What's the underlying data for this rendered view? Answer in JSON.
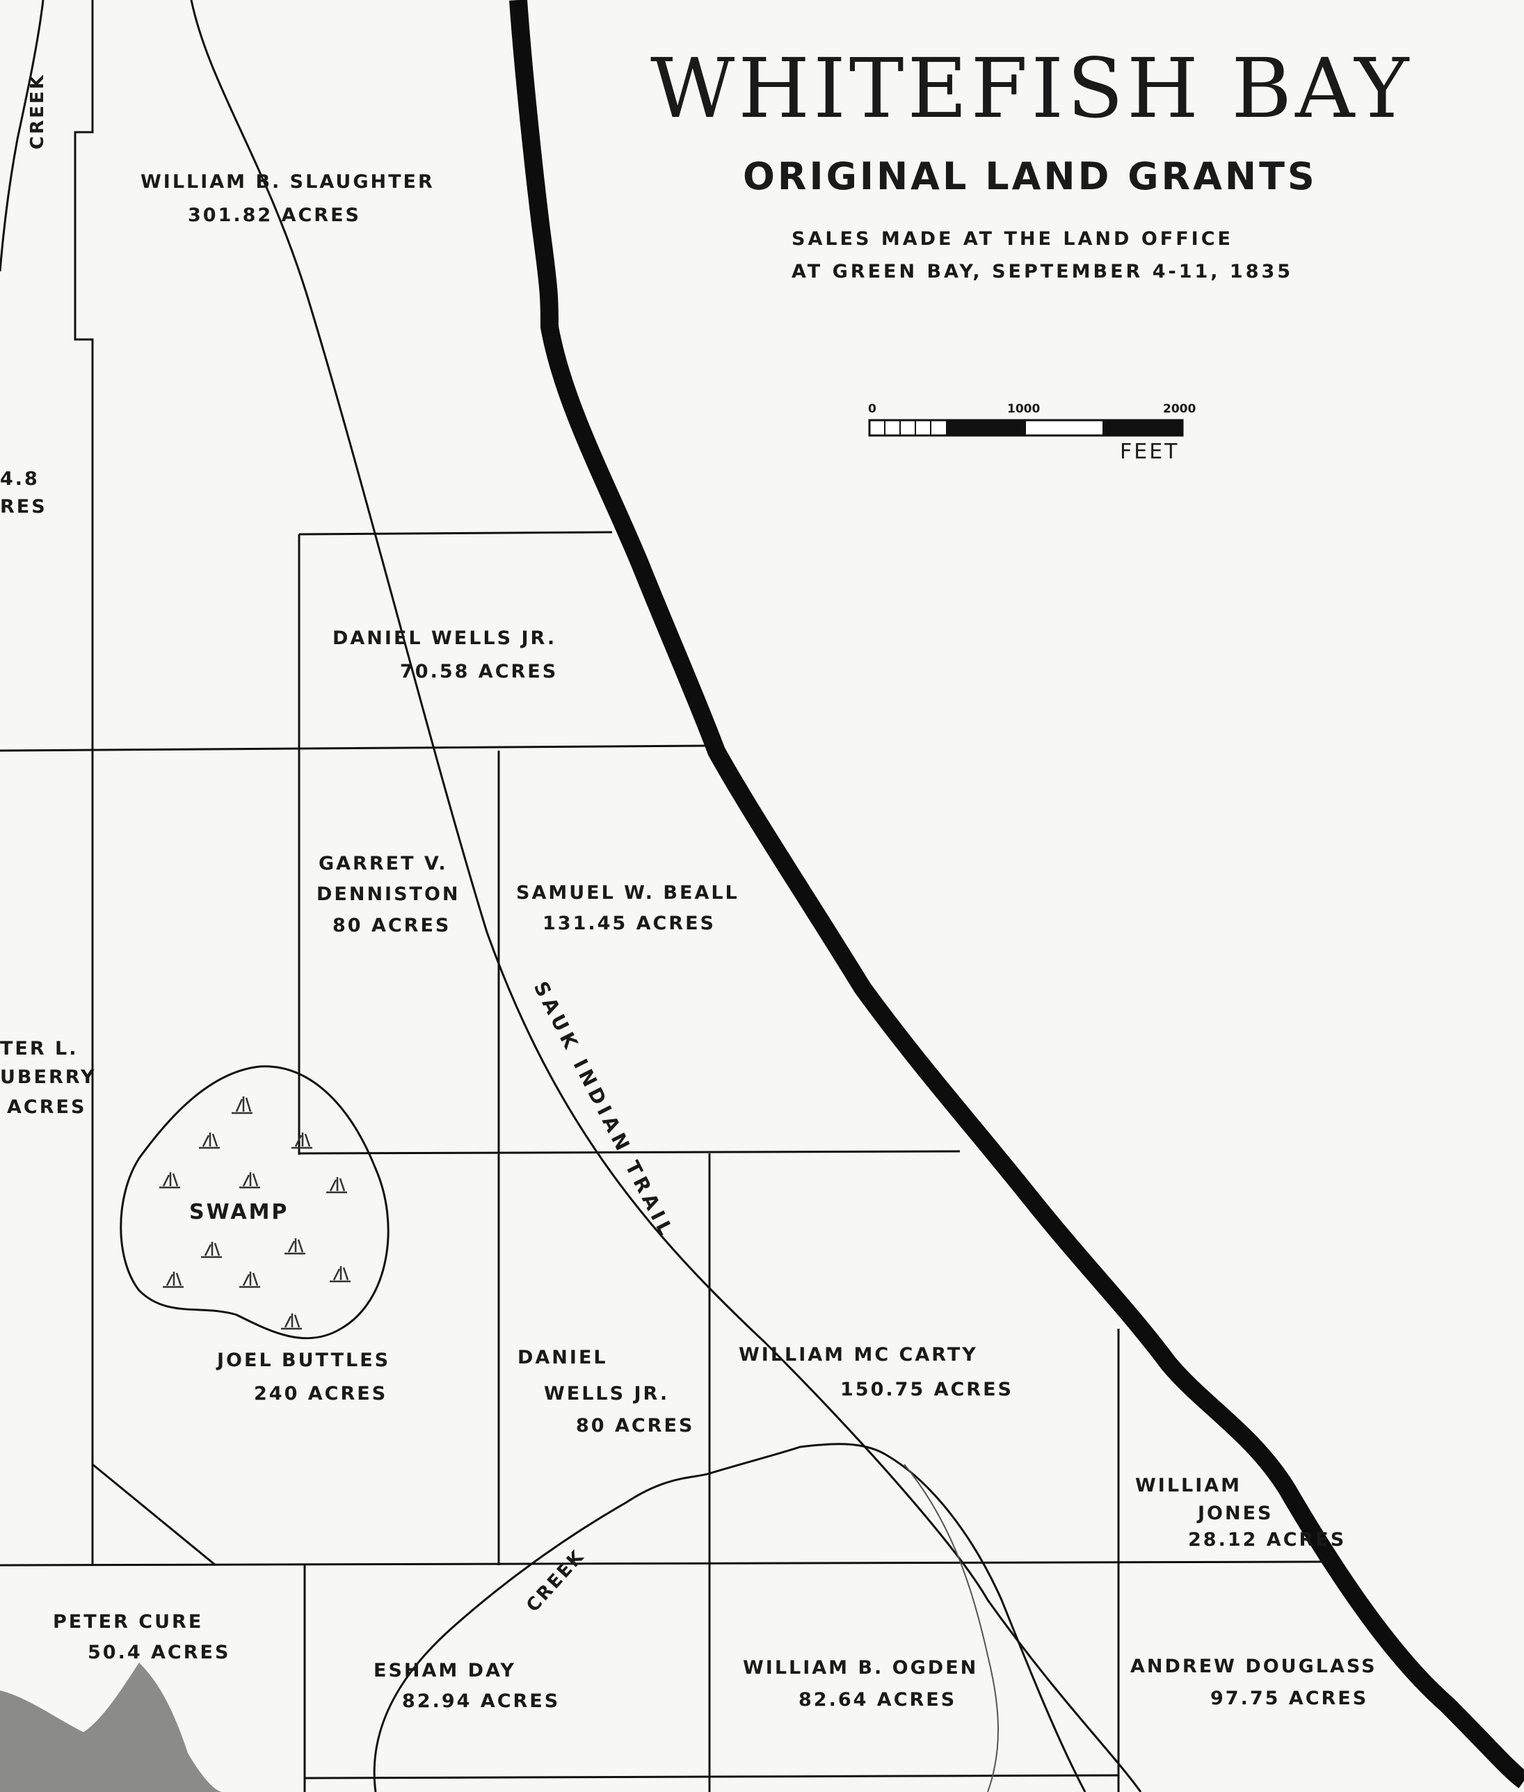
{
  "title": "WHITEFISH BAY",
  "subtitle": "ORIGINAL LAND GRANTS",
  "note_line1": "SALES MADE AT THE LAND OFFICE",
  "note_line2": "AT GREEN BAY, SEPTEMBER 4-11, 1835",
  "scale": {
    "tick_0": "0",
    "tick_1000": "1000",
    "tick_2000": "2000",
    "unit": "FEET"
  },
  "features": {
    "creek_nw": "CREEK",
    "creek_s": "CREEK",
    "trail": "SAUK INDIAN TRAIL",
    "swamp": "SWAMP"
  },
  "parcels": {
    "slaughter": {
      "name": "WILLIAM B. SLAUGHTER",
      "area": "301.82 ACRES"
    },
    "wells_north": {
      "name": "DANIEL WELLS JR.",
      "area": "70.58 ACRES"
    },
    "denniston": {
      "name1": "GARRET V.",
      "name2": "DENNISTON",
      "area": "80 ACRES"
    },
    "beall": {
      "name": "SAMUEL W. BEALL",
      "area": "131.45 ACRES"
    },
    "buttles": {
      "name": "JOEL BUTTLES",
      "area": "240 ACRES"
    },
    "wells_south": {
      "name1": "DANIEL",
      "name2": "WELLS JR.",
      "area": "80 ACRES"
    },
    "mccarty": {
      "name": "WILLIAM MC CARTY",
      "area": "150.75 ACRES"
    },
    "jones": {
      "name1": "WILLIAM",
      "name2": "JONES",
      "area": "28.12 ACRES"
    },
    "cure": {
      "name": "PETER CURE",
      "area": "50.4 ACRES"
    },
    "day": {
      "name": "ESHAM DAY",
      "area": "82.94 ACRES"
    },
    "ogden": {
      "name": "WILLIAM B. OGDEN",
      "area": "82.64 ACRES"
    },
    "douglass": {
      "name": "ANDREW DOUGLASS",
      "area": "97.75 ACRES"
    },
    "west_partial_1": {
      "area_part": "4.8",
      "unit_part": "RES"
    },
    "west_partial_2": {
      "name_part1": "TER L.",
      "name_part2": "UBERRY",
      "area_part": "ACRES"
    }
  }
}
